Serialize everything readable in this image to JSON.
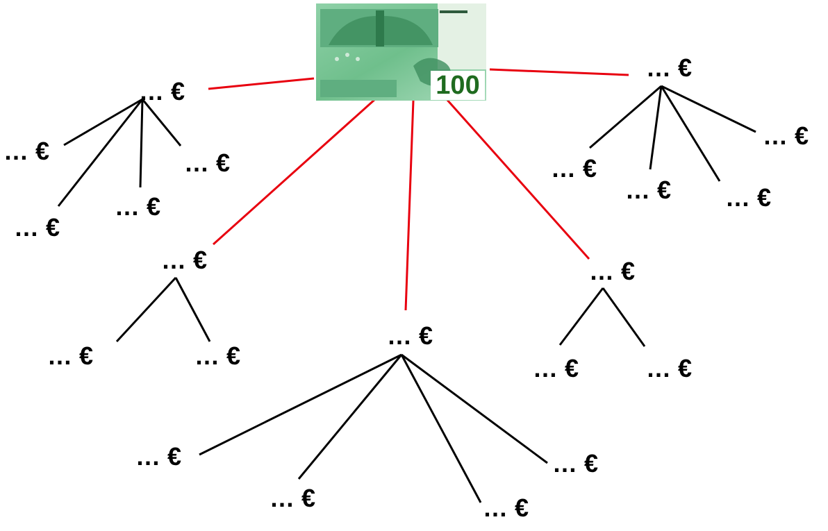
{
  "root": {
    "image": "euro-banknote",
    "denomination": "100",
    "colors": {
      "note_base": "#7fc79a",
      "note_dark": "#3f8f5f",
      "denomination_text": "#1f6b1f"
    }
  },
  "edge_colors": {
    "primary_edges": "#e8000f",
    "secondary_edges": "#000000"
  },
  "nodes": {
    "level1": [
      {
        "id": "left",
        "text": "… €"
      },
      {
        "id": "midleft",
        "text": "… €"
      },
      {
        "id": "center",
        "text": "… €"
      },
      {
        "id": "midright",
        "text": "… €"
      },
      {
        "id": "right",
        "text": "… €"
      }
    ],
    "left_children": [
      {
        "text": "… €"
      },
      {
        "text": "… €"
      },
      {
        "text": "… €"
      },
      {
        "text": "… €"
      }
    ],
    "midleft_children": [
      {
        "text": "… €"
      },
      {
        "text": "… €"
      }
    ],
    "center_children": [
      {
        "text": "… €"
      },
      {
        "text": "… €"
      },
      {
        "text": "… €"
      },
      {
        "text": "… €"
      }
    ],
    "midright_children": [
      {
        "text": "… €"
      },
      {
        "text": "… €"
      }
    ],
    "right_children": [
      {
        "text": "… €"
      },
      {
        "text": "… €"
      },
      {
        "text": "… €"
      },
      {
        "text": "… €"
      }
    ]
  }
}
